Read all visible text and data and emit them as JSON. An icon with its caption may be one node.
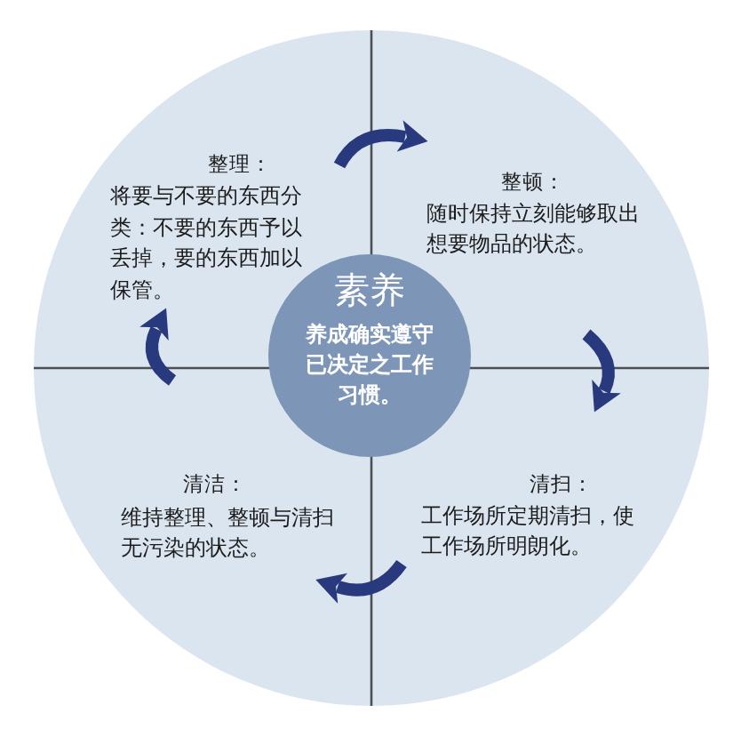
{
  "diagram": {
    "nodes": [
      {
        "text": [
          "整理：",
          "将要与不要的东西分类：不要的东西予以丢掉，要的东西加以保管。"
        ]
      },
      {
        "text": [
          "整顿：",
          "随时保持立刻能够取出想要物品的状态。"
        ]
      },
      {
        "text": [
          "素养",
          "养成确实遵守已决定之工作习惯。"
        ]
      },
      {
        "text": [
          "清洁：",
          "维持整理、整顿与清扫无污染的状态。"
        ]
      },
      {
        "text": [
          "清扫：",
          "工作场所定期清扫，使工作场所明朗化。"
        ]
      }
    ],
    "edges": [
      {
        "from": 0,
        "to": 1,
        "arrow": "to"
      },
      {
        "from": 1,
        "to": 4,
        "arrow": "to"
      },
      {
        "from": 4,
        "to": 3,
        "arrow": "to"
      },
      {
        "from": 3,
        "to": 0,
        "arrow": "to"
      }
    ]
  }
}
